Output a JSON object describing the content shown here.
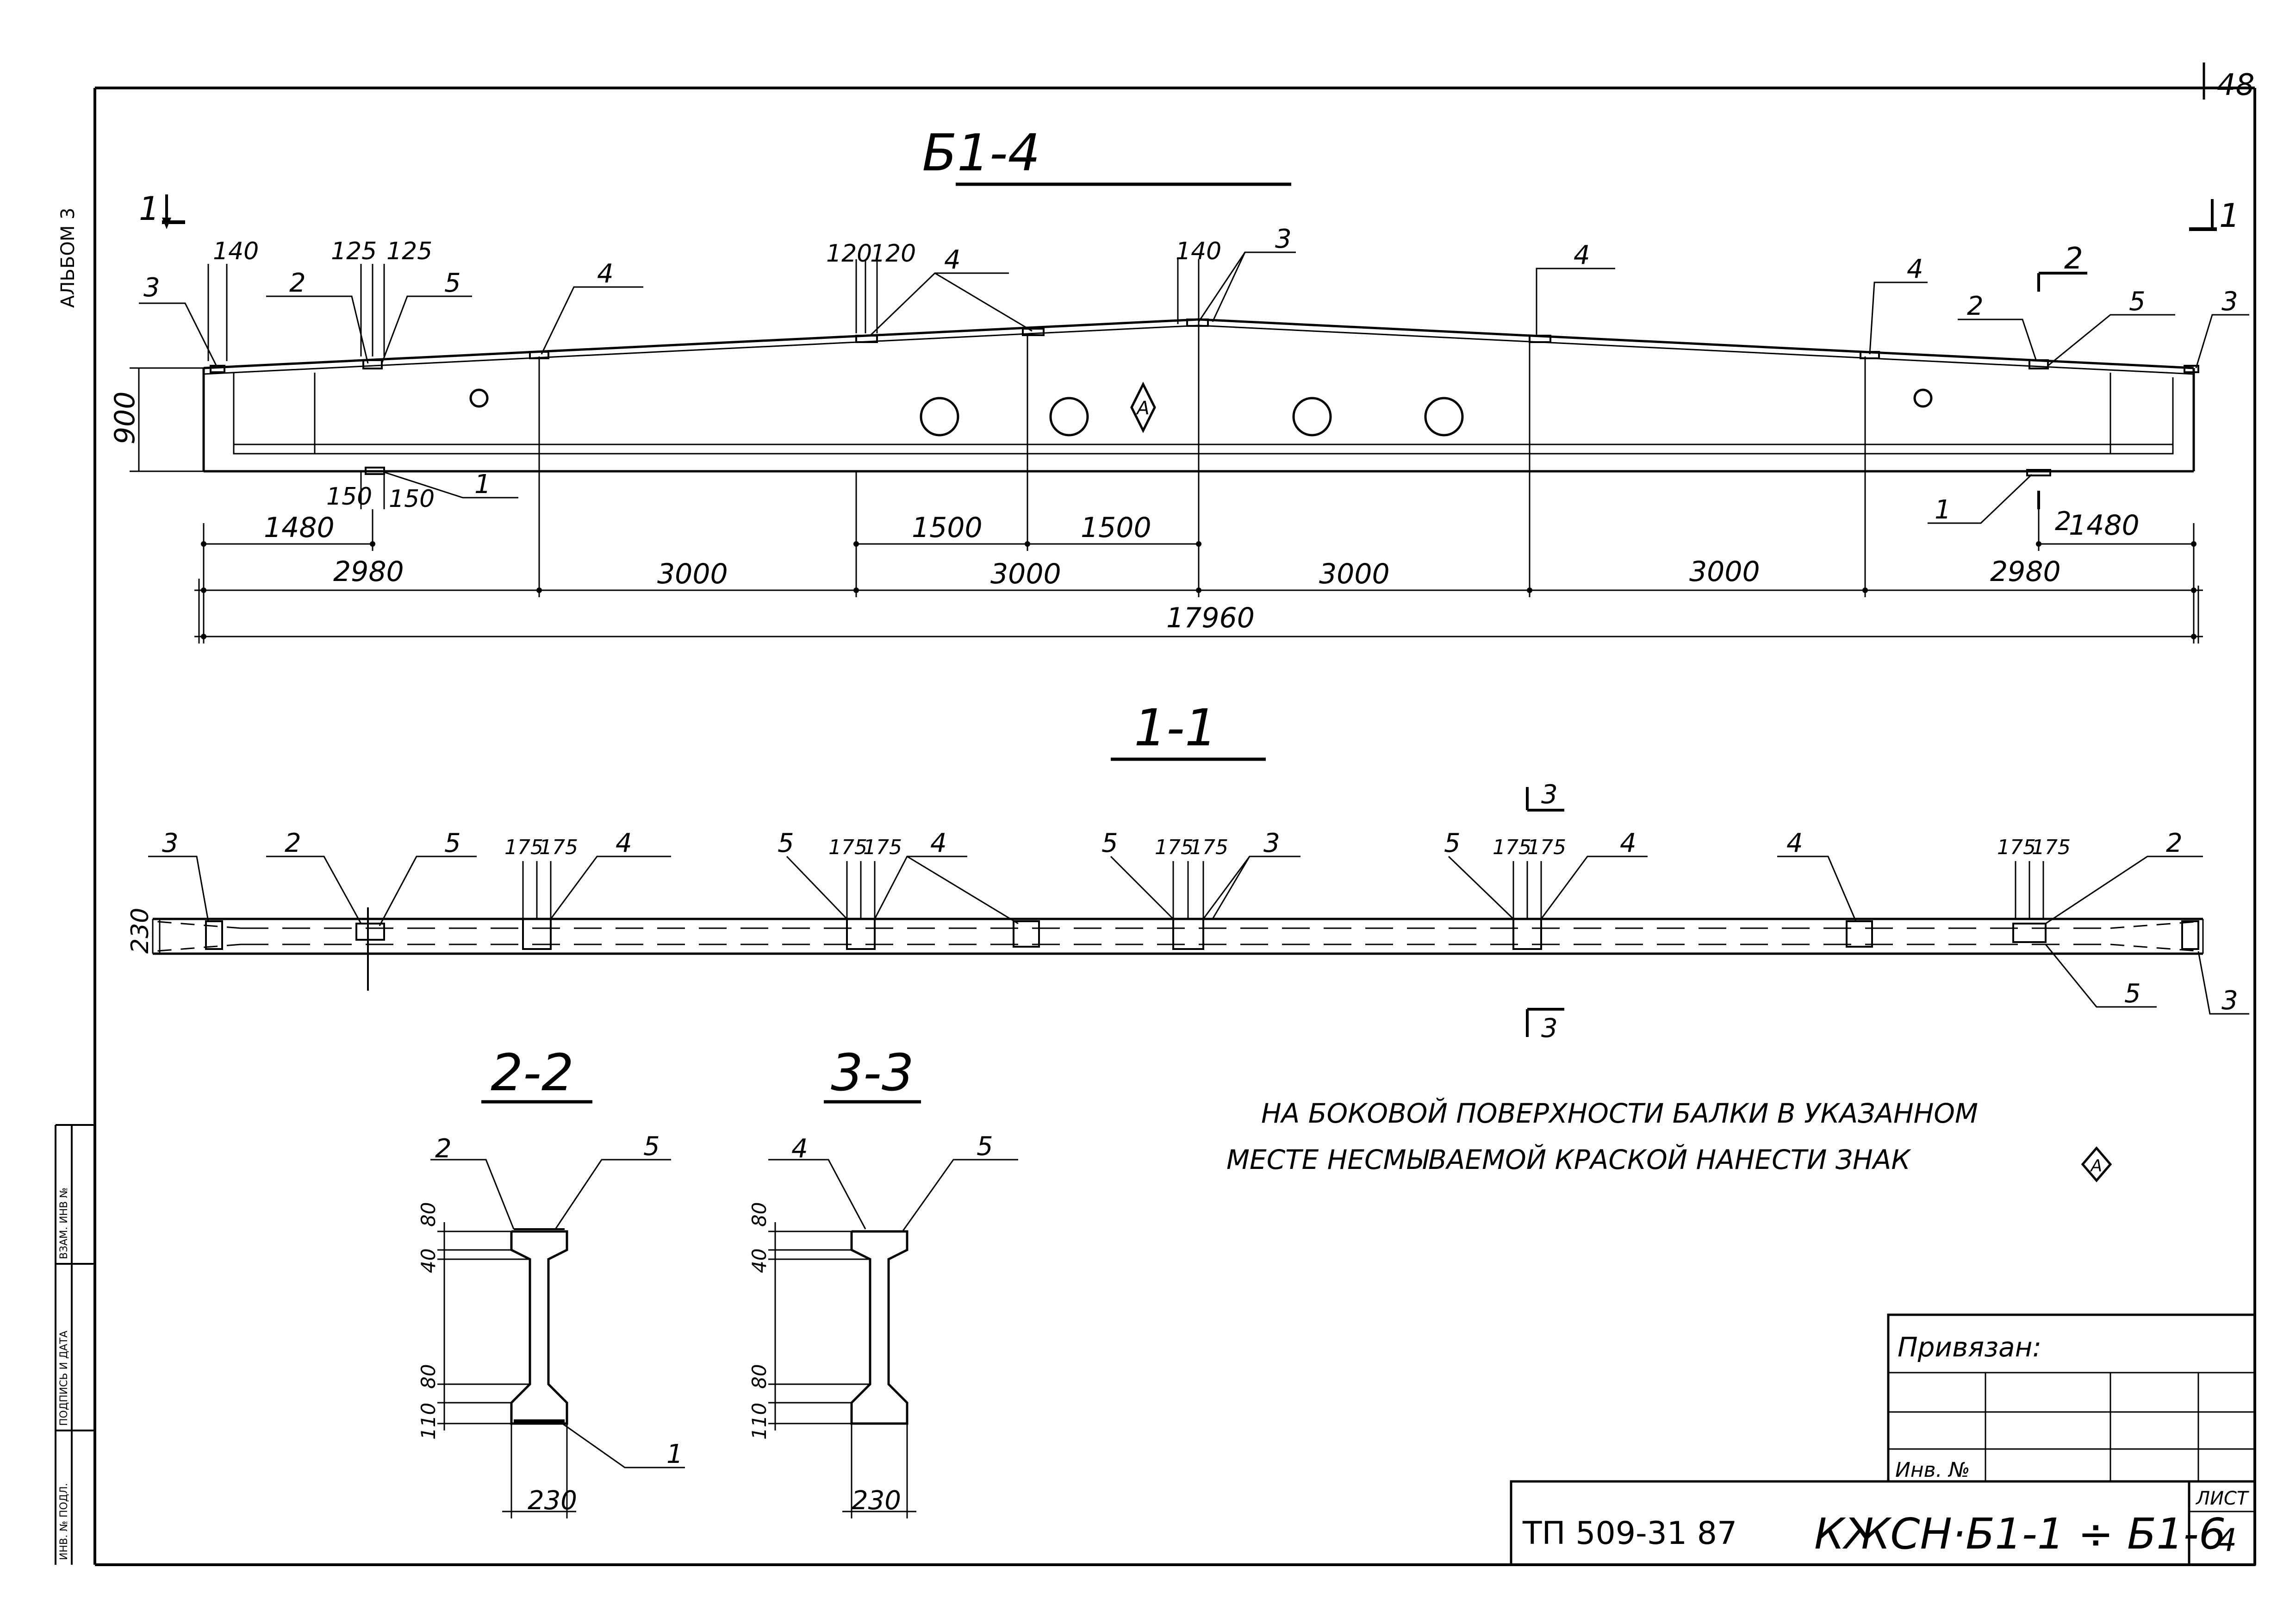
{
  "sheet": {
    "page_number": "48",
    "album": "АЛЬБОМ 3",
    "note_line1": "НА БОКОВОЙ ПОВЕРХНОСТИ БАЛКИ В УКАЗАННОМ",
    "note_line2": "МЕСТЕ НЕСМЫВАЕМОЙ КРАСКОЙ НАНЕСТИ ЗНАК",
    "note_mark": "А"
  },
  "left_strip": {
    "inv_no": "ИНВ. № ПОДЛ.",
    "sign_date": "ПОДПИСЬ И ДАТА",
    "replace_inv": "ВЗАМ. ИНВ №"
  },
  "elevation": {
    "title": "Б1-4",
    "section_mark_left": "1",
    "section_mark_right": "1",
    "section2_mark_top": "2",
    "section2_mark_bottom": "2",
    "height": "900",
    "mark_A": "А",
    "top_dims": [
      "140",
      "125",
      "125",
      "120",
      "120",
      "140"
    ],
    "bottom_local_dims": [
      "150",
      "150"
    ],
    "leaders": [
      "3",
      "2",
      "5",
      "4",
      "4",
      "3",
      "4",
      "4",
      "2",
      "5",
      "3",
      "1",
      "1"
    ],
    "dim_row1": [
      "1480",
      "1500",
      "1500",
      "1480"
    ],
    "dim_row2": [
      "2980",
      "3000",
      "3000",
      "3000",
      "3000",
      "2980"
    ],
    "dim_total": "17960"
  },
  "plan": {
    "title": "1-1",
    "width": "230",
    "section3_top": "3",
    "section3_bottom": "3",
    "pair_dim": "175",
    "leaders": [
      "3",
      "2",
      "5",
      "4",
      "5",
      "4",
      "5",
      "3",
      "5",
      "4",
      "4",
      "2",
      "5",
      "3"
    ]
  },
  "section22": {
    "title": "2-2",
    "leaders": [
      "2",
      "5",
      "1"
    ],
    "dims": [
      "80",
      "40",
      "80",
      "110"
    ],
    "width": "230"
  },
  "section33": {
    "title": "3-3",
    "leaders": [
      "4",
      "5"
    ],
    "dims": [
      "80",
      "40",
      "80",
      "110"
    ],
    "width": "230"
  },
  "title_block": {
    "attached": "Привязан:",
    "inv_no": "Инв. №",
    "doc_code": "ТП 509-31 87",
    "drawing_code": "КЖСН·Б1-1 ÷ Б1-6",
    "sheet_label": "ЛИСТ",
    "sheet_no": "4"
  }
}
